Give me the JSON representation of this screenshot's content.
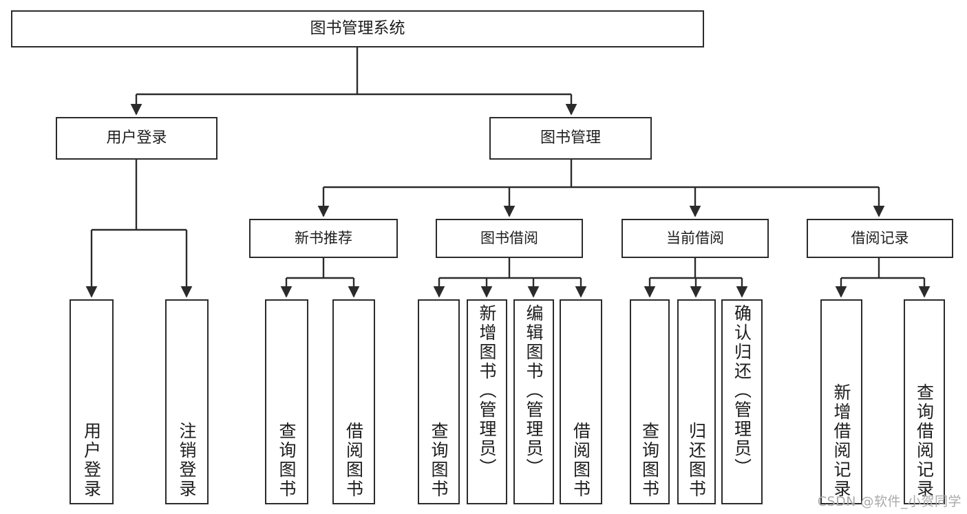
{
  "diagram": {
    "title": "图书管理系统",
    "type": "tree-hierarchy",
    "root": {
      "label": "图书管理系统"
    },
    "level2": [
      {
        "label": "用户登录"
      },
      {
        "label": "图书管理"
      }
    ],
    "level3": [
      {
        "label": "新书推荐"
      },
      {
        "label": "图书借阅"
      },
      {
        "label": "当前借阅"
      },
      {
        "label": "借阅记录"
      }
    ],
    "leaves": {
      "user_login": [
        {
          "label": "用户登录"
        },
        {
          "label": "注销登录"
        }
      ],
      "new_book_recommend": [
        {
          "label": "查询图书"
        },
        {
          "label": "借阅图书"
        }
      ],
      "book_borrow": [
        {
          "label": "查询图书"
        },
        {
          "label": "新增图书（管理员）"
        },
        {
          "label": "编辑图书（管理员）"
        },
        {
          "label": "借阅图书"
        }
      ],
      "current_borrow": [
        {
          "label": "查询图书"
        },
        {
          "label": "归还图书"
        },
        {
          "label": "确认归还（管理员）"
        }
      ],
      "borrow_records": [
        {
          "label": "新增借阅记录"
        },
        {
          "label": "查询借阅记录"
        }
      ]
    }
  },
  "watermark": {
    "text": "CSDN @软件_小贺同学"
  },
  "colors": {
    "stroke": "#2b2b2b",
    "background": "#ffffff",
    "text": "#1d1d1d",
    "watermark": "#a9a9a9"
  }
}
